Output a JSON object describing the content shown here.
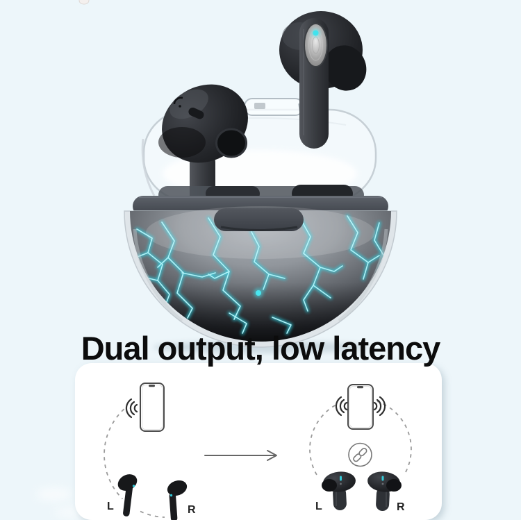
{
  "meta": {
    "background_color": "#edf6fa",
    "card_color": "#ffffff"
  },
  "headline": {
    "text": "Dual output, low latency",
    "color": "#0c0c0c"
  },
  "product": {
    "led_color": "#3fe3ee",
    "lightning_color": "#55d7e6",
    "shell_dark": "#121417"
  },
  "diagram": {
    "stroke_color": "#3b3b3b",
    "dash_color": "#9a9a9a",
    "before": {
      "left_label": "L",
      "right_label": "R"
    },
    "after": {
      "left_label": "L",
      "right_label": "R"
    }
  }
}
